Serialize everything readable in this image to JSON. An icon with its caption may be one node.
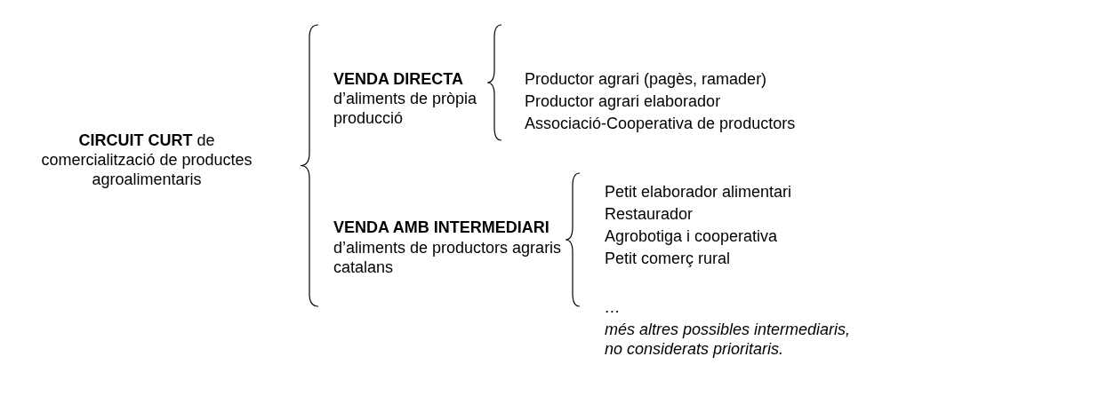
{
  "diagram": {
    "labels": [
      "**CIRCUIT CURT** de comercialització de productes agroalimentaris",
      "VENDA DIRECTA",
      "d’aliments de pròpia producció",
      "Productor agrari (pagès, ramader)",
      "Productor agrari elaborador",
      "Associació-Cooperativa de productors",
      "VENDA AMB INTERMEDIARI",
      "d’aliments de productors agraris catalans",
      "Petit elaborador alimentari",
      "Restaurador",
      "Agrobotiga i cooperativa",
      "Petit comerç rural",
      "…",
      "més altres possibles intermediaris, no considerats prioritaris."
    ]
  }
}
